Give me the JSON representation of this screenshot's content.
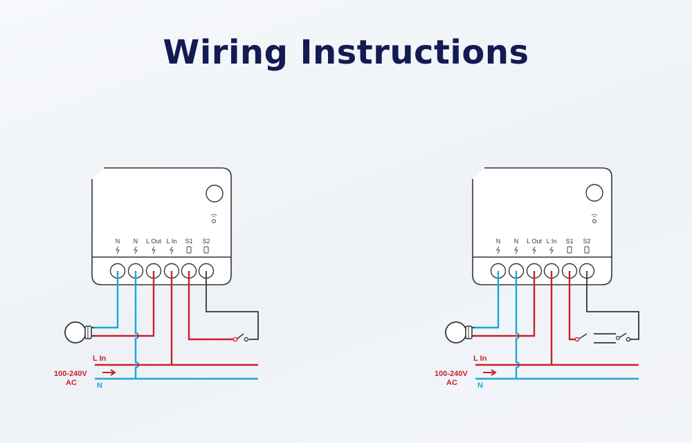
{
  "title": "Wiring Instructions",
  "colors": {
    "live_wire": "#c8202d",
    "neutral_wire": "#1aa7d6",
    "switch_wire": "#333333",
    "title": "#141a52"
  },
  "terminals": {
    "labels": [
      "N",
      "N",
      "L Out",
      "L In",
      "S1",
      "S2"
    ]
  },
  "supply": {
    "live_label": "L In",
    "voltage_label": "100-240V",
    "ac_label": "AC",
    "neutral_label": "N"
  },
  "diagrams": [
    {
      "name": "single-switch-wiring",
      "switch_type": "single switch"
    },
    {
      "name": "two-way-switch-wiring",
      "switch_type": "two-way switch"
    }
  ]
}
